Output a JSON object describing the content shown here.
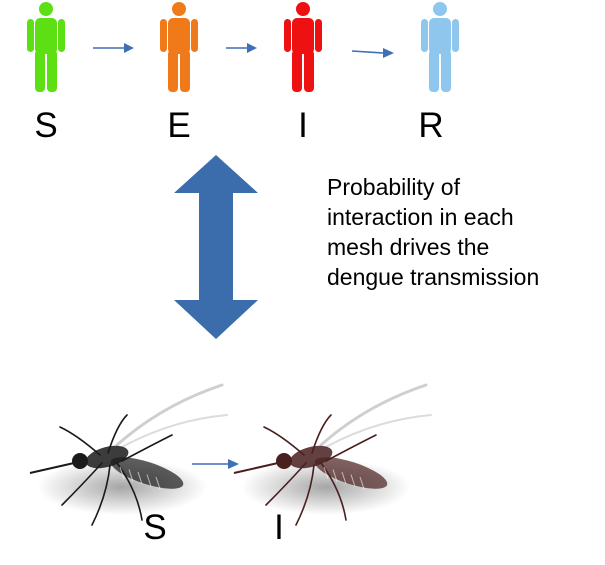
{
  "humans": [
    {
      "state": "S",
      "color": "#5ce014",
      "icon": "person-icon"
    },
    {
      "state": "E",
      "color": "#f07a1a",
      "icon": "person-icon"
    },
    {
      "state": "I",
      "color": "#ee1111",
      "icon": "person-icon"
    },
    {
      "state": "R",
      "color": "#8ec6ee",
      "icon": "person-icon"
    }
  ],
  "mosquitoes": [
    {
      "state": "S",
      "tint": "#1a1a1a",
      "icon": "mosquito-icon"
    },
    {
      "state": "I",
      "tint": "#4a1f1f",
      "icon": "mosquito-icon"
    }
  ],
  "note_lines": [
    "Probability of",
    "interaction in each",
    "mesh drives the",
    "dengue transmission"
  ],
  "colors": {
    "arrow": "#3f6fb5",
    "double_arrow": "#3b6cab"
  }
}
